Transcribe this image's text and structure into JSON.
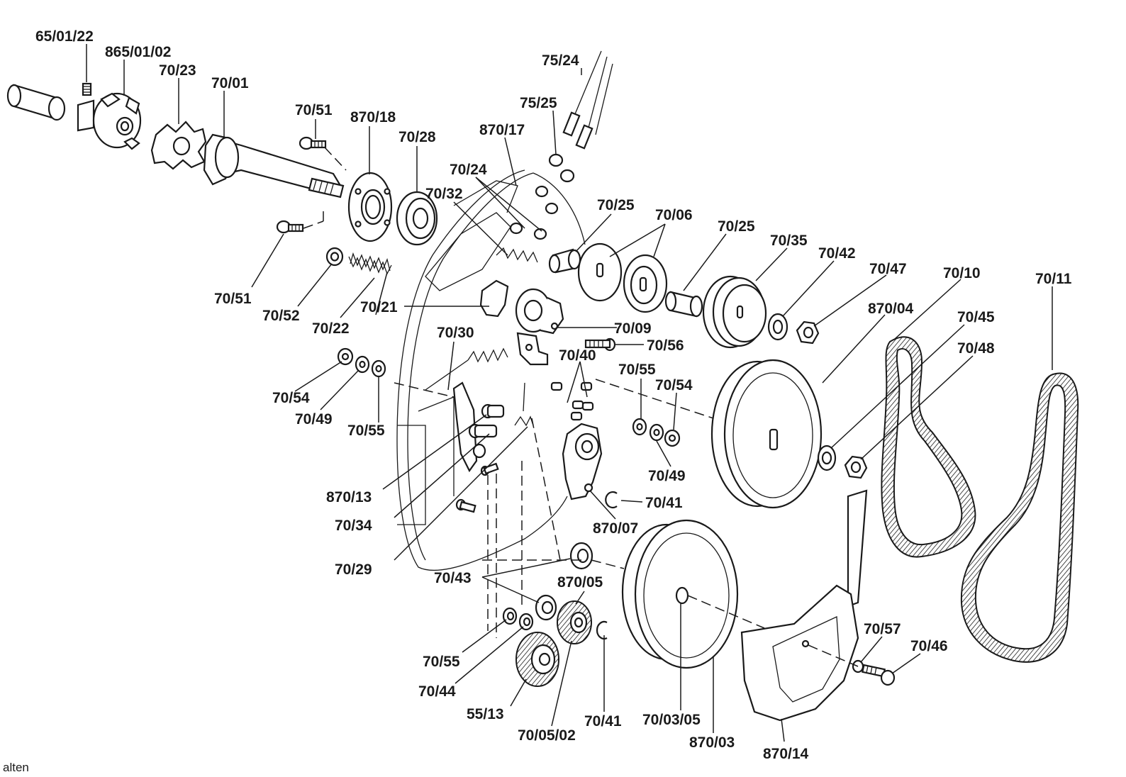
{
  "labels": {
    "l_65_01_22": "65/01/22",
    "l_865_01_02": "865/01/02",
    "l_70_23": "70/23",
    "l_70_01": "70/01",
    "l_70_51_a": "70/51",
    "l_870_18": "870/18",
    "l_70_28": "70/28",
    "l_870_17": "870/17",
    "l_75_25": "75/25",
    "l_75_24": "75/24",
    "l_70_24": "70/24",
    "l_70_32": "70/32",
    "l_70_25_a": "70/25",
    "l_70_06": "70/06",
    "l_70_25_b": "70/25",
    "l_70_35": "70/35",
    "l_70_42": "70/42",
    "l_70_47": "70/47",
    "l_70_10": "70/10",
    "l_70_11": "70/11",
    "l_870_04": "870/04",
    "l_70_45": "70/45",
    "l_70_48": "70/48",
    "l_70_51_b": "70/51",
    "l_70_52": "70/52",
    "l_70_22": "70/22",
    "l_70_21": "70/21",
    "l_70_09": "70/09",
    "l_70_56": "70/56",
    "l_70_30": "70/30",
    "l_70_40": "70/40",
    "l_70_55_a": "70/55",
    "l_70_54_a": "70/54",
    "l_70_54_b": "70/54",
    "l_70_49_a": "70/49",
    "l_70_55_b": "70/55",
    "l_70_49_b": "70/49",
    "l_870_13": "870/13",
    "l_70_41_a": "70/41",
    "l_70_34": "70/34",
    "l_870_07": "870/07",
    "l_70_29": "70/29",
    "l_70_43": "70/43",
    "l_870_05": "870/05",
    "l_70_55_c": "70/55",
    "l_70_44": "70/44",
    "l_55_13": "55/13",
    "l_70_41_b": "70/41",
    "l_70_05_02": "70/05/02",
    "l_70_03_05": "70/03/05",
    "l_870_03": "870/03",
    "l_870_14": "870/14",
    "l_70_57": "70/57",
    "l_70_46": "70/46"
  },
  "footer_text": "alten"
}
